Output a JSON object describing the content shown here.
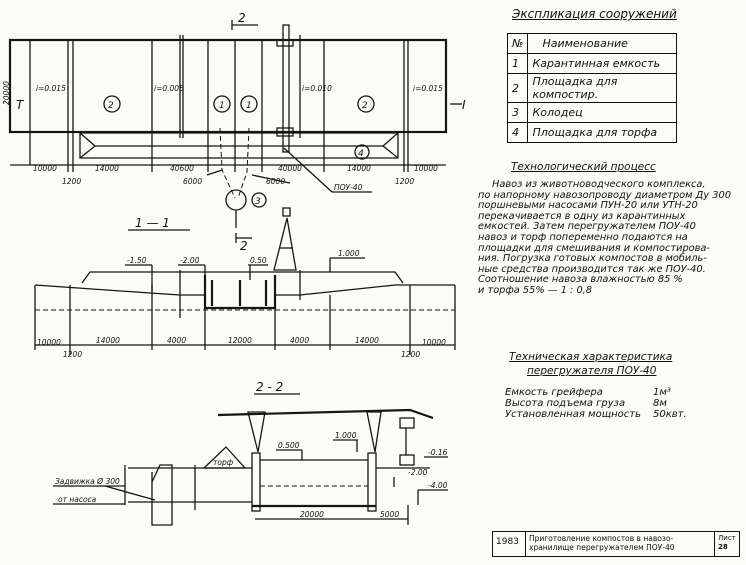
{
  "plan": {
    "section_mark_top": "2",
    "section_mark_bottom": "2",
    "width_dim": "20000",
    "slopes": [
      "i=0.015",
      "i=0.005",
      "i=0.010",
      "i=0.015"
    ],
    "zone_labels": [
      "2",
      "1",
      "1",
      "2",
      "4",
      "3"
    ],
    "dims": [
      "10000",
      "1200",
      "14000",
      "40600",
      "6000",
      "6000",
      "40000",
      "14000",
      "1200",
      "10000"
    ],
    "crane_label": "ПОУ-40",
    "section_line": "I"
  },
  "section_1_1": {
    "title": "1 — 1",
    "levels": [
      "-1.50",
      "-2.00",
      "0.50",
      "1.000"
    ],
    "dims": [
      "10000",
      "1200",
      "14000",
      "4000",
      "12000",
      "4000",
      "14000",
      "1200",
      "10000"
    ]
  },
  "section_2_2": {
    "title": "2 - 2",
    "levels": [
      "0.500",
      "1.000",
      "-0.16",
      "-2.00",
      "-4.00"
    ],
    "pile_label": "торф",
    "valve_label": "Задвижка Ø 300",
    "from_pump_label": "от насоса",
    "dims": [
      "20000",
      "5000"
    ]
  },
  "explication": {
    "title": "Экспликация сооружений",
    "header": {
      "num": "№",
      "name": "Наименование"
    },
    "rows": [
      {
        "num": "1",
        "name": "Карантинная емкость"
      },
      {
        "num": "2",
        "name": "Площадка для компостир."
      },
      {
        "num": "3",
        "name": "Колодец"
      },
      {
        "num": "4",
        "name": "Площадка для торфа"
      }
    ]
  },
  "process": {
    "title": "Технологический процесс",
    "lines": [
      "Навоз из животноводческого комплекса,",
      "по напорному навозопроводу диаметром Ду 300",
      "поршневыми насосами ПУН-20 или УТН-20",
      "перекачивается в одну из карантинных",
      "емкостей. Затем перегружателем ПОУ-40",
      "навоз и торф попеременно подаются на",
      "площадки для смешивания и компостирова-",
      "ния. Погрузка готовых компостов в мобиль-",
      "ные средства производится так же ПОУ-40.",
      "Соотношение навоза влажностью 85 %",
      "и торфа 55% — 1 : 0,8"
    ]
  },
  "specs": {
    "title_line1": "Техническая характеристика",
    "title_line2": "перегружателя ПОУ-40",
    "items": [
      {
        "label": "Емкость грейфера",
        "value": "1м³"
      },
      {
        "label": "Высота подъема груза",
        "value": "8м"
      },
      {
        "label": "Установленная мощность",
        "value": "50квт."
      }
    ]
  },
  "stamp": {
    "year": "1983",
    "title_line1": "Приготовление компостов в навозо-",
    "title_line2": "хранилище перегружателем ПОУ-40",
    "sheet_label": "Лист",
    "sheet_number": "28"
  }
}
